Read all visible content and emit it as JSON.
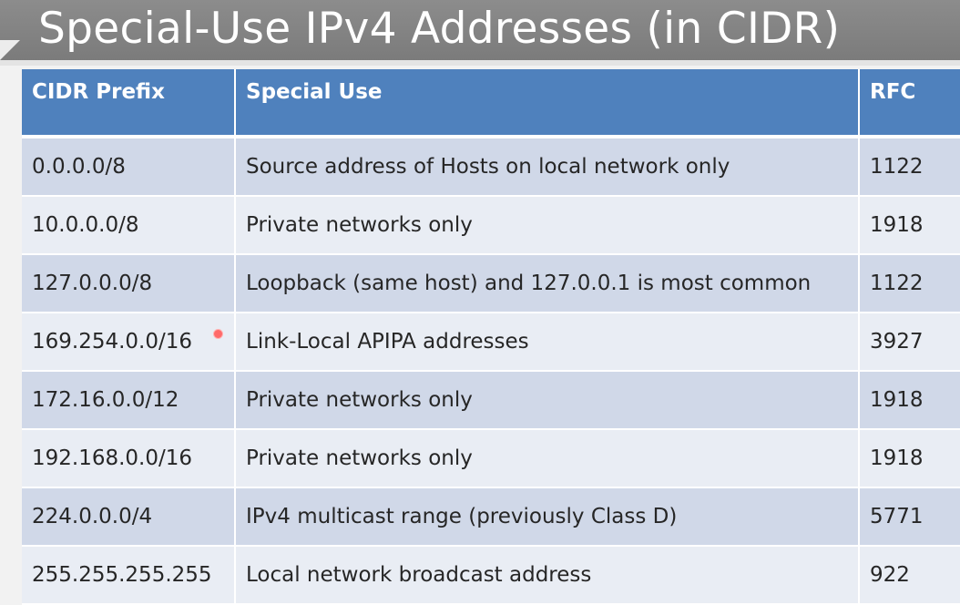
{
  "slide": {
    "title": "Special-Use IPv4 Addresses (in CIDR)"
  },
  "table": {
    "headers": {
      "prefix": "CIDR Prefix",
      "use": "Special Use",
      "rfc": "RFC"
    },
    "rows": [
      {
        "prefix": "0.0.0.0/8",
        "use": "Source address of Hosts on local network only",
        "rfc": "1122"
      },
      {
        "prefix": "10.0.0.0/8",
        "use": "Private networks only",
        "rfc": "1918"
      },
      {
        "prefix": "127.0.0.0/8",
        "use": "Loopback (same host) and 127.0.0.1 is most common",
        "rfc": "1122"
      },
      {
        "prefix": "169.254.0.0/16",
        "use": "Link-Local APIPA addresses",
        "rfc": "3927"
      },
      {
        "prefix": "172.16.0.0/12",
        "use": "Private networks only",
        "rfc": "1918"
      },
      {
        "prefix": "192.168.0.0/16",
        "use": "Private networks only",
        "rfc": "1918"
      },
      {
        "prefix": "224.0.0.0/4",
        "use": "IPv4 multicast range (previously Class D)",
        "rfc": "5771"
      },
      {
        "prefix": "255.255.255.255",
        "use": "Local network broadcast address",
        "rfc": "922"
      }
    ]
  },
  "colors": {
    "header_bg": "#4f81bd",
    "row_dark": "#d0d8e8",
    "row_light": "#e9edf4",
    "title_bar": "#808080",
    "pointer": "#ff6a6a"
  }
}
